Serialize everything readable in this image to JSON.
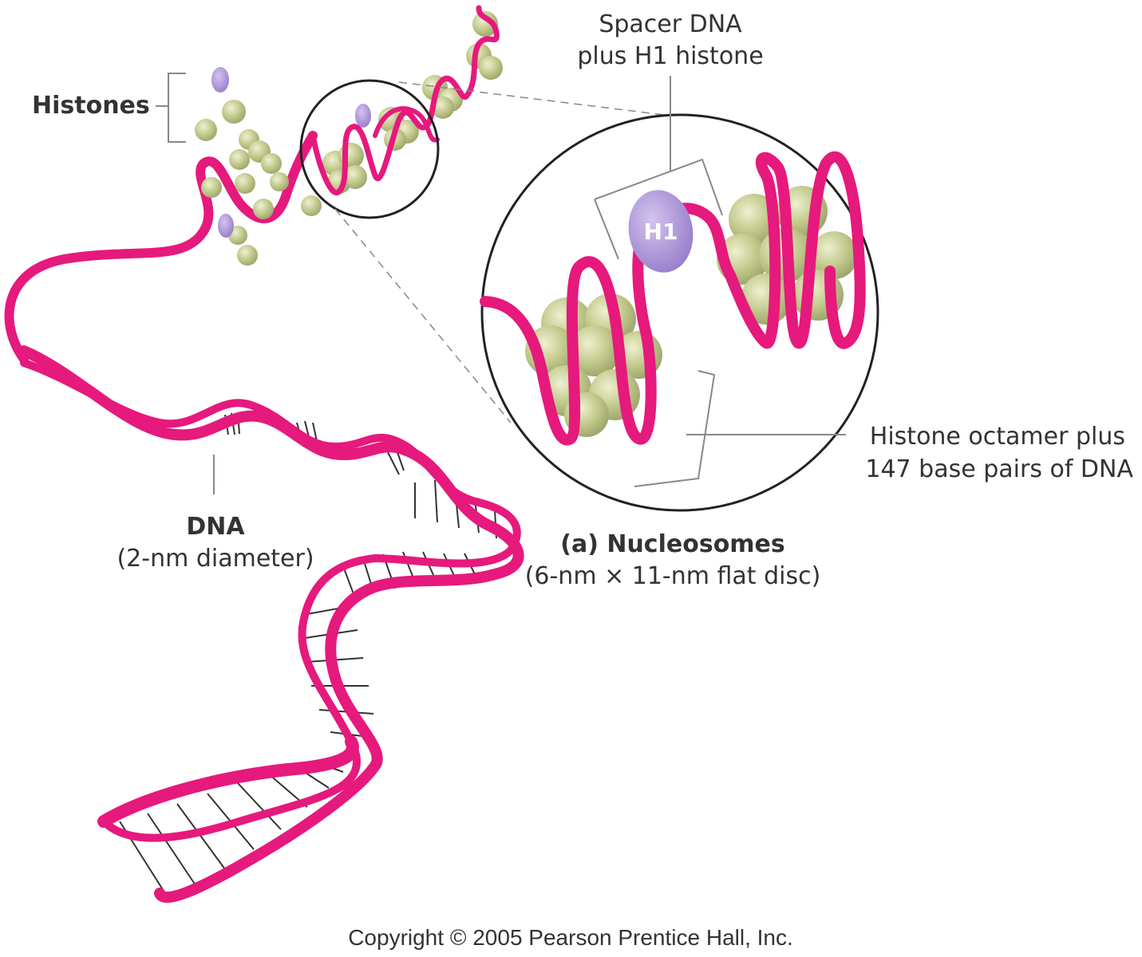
{
  "labels": {
    "histones": "Histones",
    "spacer_line1": "Spacer DNA",
    "spacer_line2": "plus H1 histone",
    "h1": "H1",
    "octamer_line1": "Histone octamer plus",
    "octamer_line2": "147 base pairs of DNA",
    "dna_title": "DNA",
    "dna_sub": "(2-nm diameter)",
    "nucleosome_title": "(a) Nucleosomes",
    "nucleosome_sub": "(6-nm × 11-nm flat disc)",
    "copyright": "Copyright © 2005 Pearson Prentice Hall, Inc."
  },
  "colors": {
    "dna_strand": "#e6197d",
    "histone": "#c2c98c",
    "h1_histone": "#a78ed0",
    "outline": "#222222",
    "leader": "#888888"
  }
}
